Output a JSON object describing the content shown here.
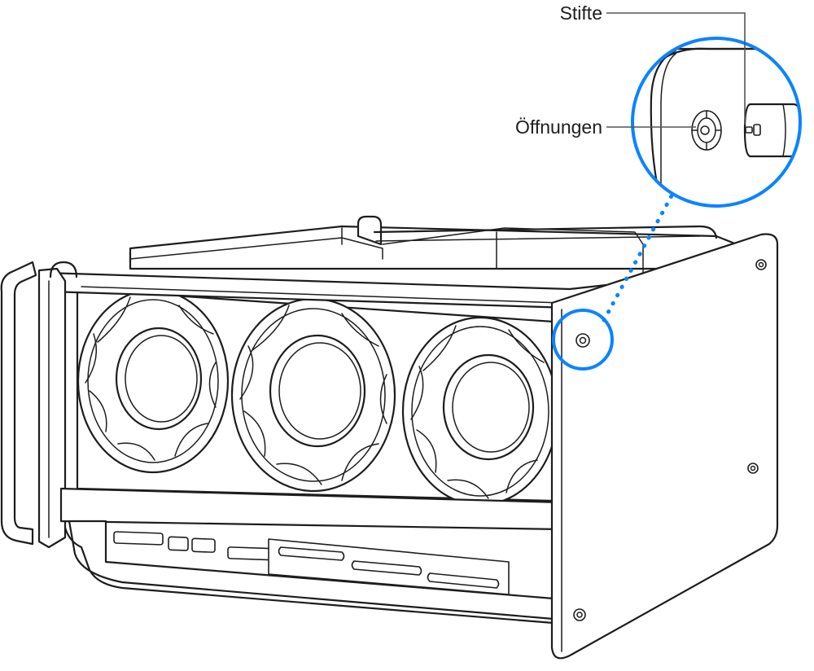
{
  "labels": {
    "pins": "Stifte",
    "openings": "Öffnungen"
  },
  "colors": {
    "highlight": "#0a84ff",
    "line": "#1d1d1f",
    "callout": "#555555",
    "background": "#ffffff"
  },
  "components": {
    "fan_count": 3
  }
}
